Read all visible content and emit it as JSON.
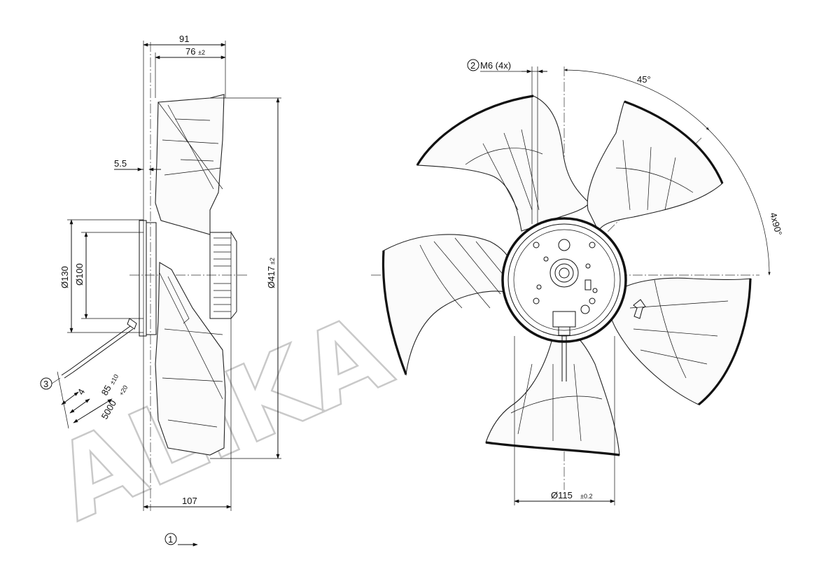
{
  "watermark": "ALIKA",
  "side_view": {
    "dim_overall_depth": "91",
    "dim_blade_depth": "76",
    "dim_blade_depth_tol": "±2",
    "dim_flange": "5.5",
    "dim_hub_outer": "Ø130",
    "dim_hub_inner": "Ø100",
    "dim_fan_diameter": "Ø417",
    "dim_fan_diameter_tol": "±2",
    "dim_base_depth": "107",
    "dim_cable_strip": "4",
    "dim_cable_end": "85",
    "dim_cable_end_tol": "±10",
    "dim_cable_length": "5000",
    "dim_cable_length_tol": "+20"
  },
  "front_view": {
    "dim_thread": "M6 (4x)",
    "dim_angle_first": "45°",
    "dim_angle_pattern": "4x90°",
    "dim_bolt_circle": "Ø115",
    "dim_bolt_circle_tol": "±0.2"
  },
  "callouts": [
    "1",
    "2",
    "3"
  ]
}
